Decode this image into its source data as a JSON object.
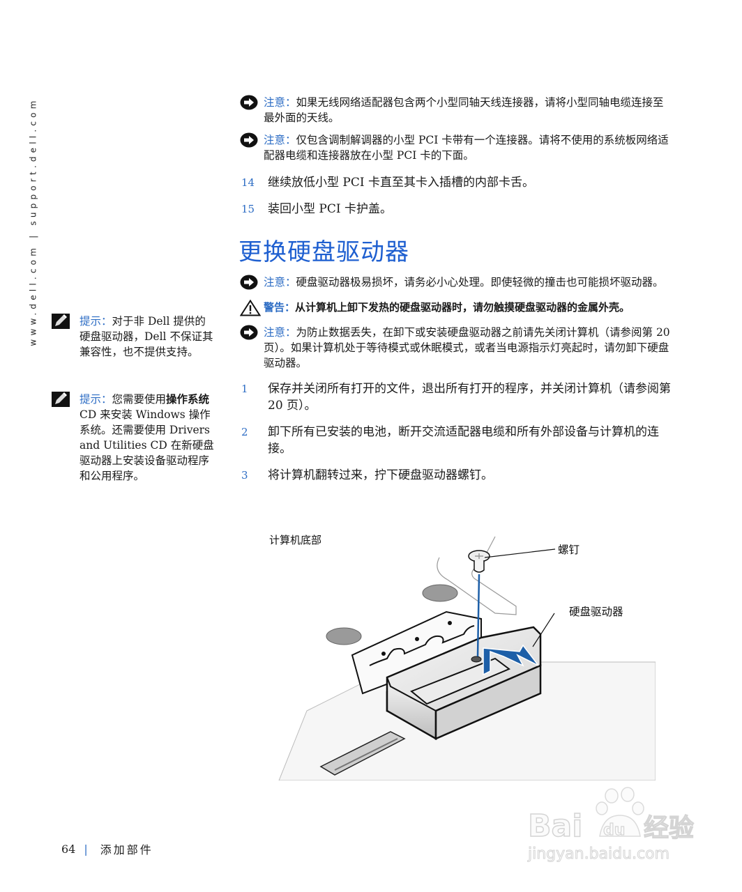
{
  "side_url": "www.dell.com | support.dell.com",
  "notices_top": [
    {
      "type": "notice",
      "label": "注意：",
      "text": "如果无线网络适配器包含两个小型同轴天线连接器，请将小型同轴电缆连接至最外面的天线。"
    },
    {
      "type": "notice",
      "label": "注意：",
      "text": "仅包含调制解调器的小型 PCI 卡带有一个连接器。请将不使用的系统板网络适配器电缆和连接器放在小型 PCI 卡的下面。"
    }
  ],
  "steps_top": [
    {
      "num": "14",
      "text": "继续放低小型 PCI 卡直至其卡入插槽的内部卡舌。"
    },
    {
      "num": "15",
      "text": "装回小型 PCI 卡护盖。"
    }
  ],
  "section_title": "更换硬盘驱动器",
  "notices_section": [
    {
      "type": "notice",
      "label": "注意：",
      "text": "硬盘驱动器极易损坏，请务必小心处理。即使轻微的撞击也可能损坏驱动器。"
    },
    {
      "type": "warning",
      "label": "警告：",
      "text": "从计算机上卸下发热的硬盘驱动器时，请勿触摸硬盘驱动器的金属外壳。"
    },
    {
      "type": "notice",
      "label": "注意：",
      "text": "为防止数据丢失，在卸下或安装硬盘驱动器之前请先关闭计算机（请参阅第 20 页）。如果计算机处于等待模式或休眠模式，或者当电源指示灯亮起时，请勿卸下硬盘驱动器。"
    }
  ],
  "steps_section": [
    {
      "num": "1",
      "text": "保存并关闭所有打开的文件，退出所有打开的程序，并关闭计算机（请参阅第 20 页）。"
    },
    {
      "num": "2",
      "text": "卸下所有已安装的电池，断开交流适配器电缆和所有外部设备与计算机的连接。"
    },
    {
      "num": "3",
      "text": "将计算机翻转过来，拧下硬盘驱动器螺钉。"
    }
  ],
  "tips": [
    {
      "label": "提示：",
      "text_before": "对于非 Dell 提供的硬盘驱动器，Dell 不保证其兼容性，也不提供支持。",
      "bold": "",
      "text_after": ""
    },
    {
      "label": "提示：",
      "text_before": "您需要使用",
      "bold": "操作系统",
      "text_after": " CD 来安装 Windows 操作系统。还需要使用 Drivers and Utilities CD 在新硬盘驱动器上安装设备驱动程序和公用程序。"
    }
  ],
  "figure": {
    "caption": "计算机底部",
    "label_screw": "螺钉",
    "label_drive": "硬盘驱动器"
  },
  "footer": {
    "page_number": "64",
    "separator": "|",
    "chapter": "添加部件"
  },
  "watermark": {
    "brand": "Bai du 经验",
    "url": "jingyan.baidu.com"
  },
  "colors": {
    "accent_blue": "#2c6cc4",
    "title_blue": "#1e5fd0",
    "arrow_blue": "#1d5fa8"
  }
}
